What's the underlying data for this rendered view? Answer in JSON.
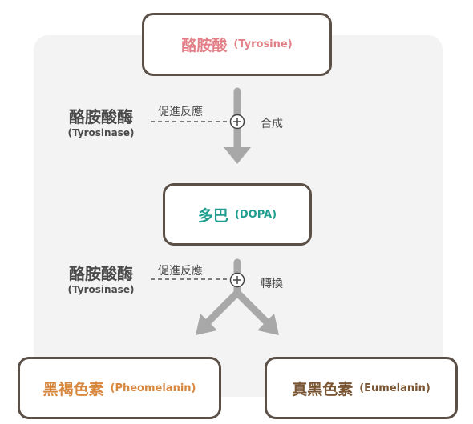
{
  "nodes": {
    "tyrosine": {
      "zh": "酪胺酸",
      "en": "(Tyrosine)"
    },
    "dopa": {
      "zh": "多巴",
      "en": "(DOPA)"
    },
    "pheomelanin": {
      "zh": "黑褐色素",
      "en": "(Pheomelanin)"
    },
    "eumelanin": {
      "zh": "真黑色素",
      "en": "(Eumelanin)"
    }
  },
  "steps": [
    {
      "enzyme_zh": "酪胺酸酶",
      "enzyme_en": "(Tyrosinase)",
      "effect": "促進反應",
      "action": "合成"
    },
    {
      "enzyme_zh": "酪胺酸酶",
      "enzyme_en": "(Tyrosinase)",
      "effect": "促進反應",
      "action": "轉換"
    }
  ],
  "colors": {
    "tyrosine": "#e27f86",
    "dopa": "#1f9e8f",
    "pheomelanin": "#d8873f",
    "eumelanin": "#7a5634",
    "arrow": "#a8a8a8",
    "border": "#5b5048",
    "panel": "#f3f3f3"
  },
  "icons": {
    "catalyst": "plus-circle-icon"
  }
}
